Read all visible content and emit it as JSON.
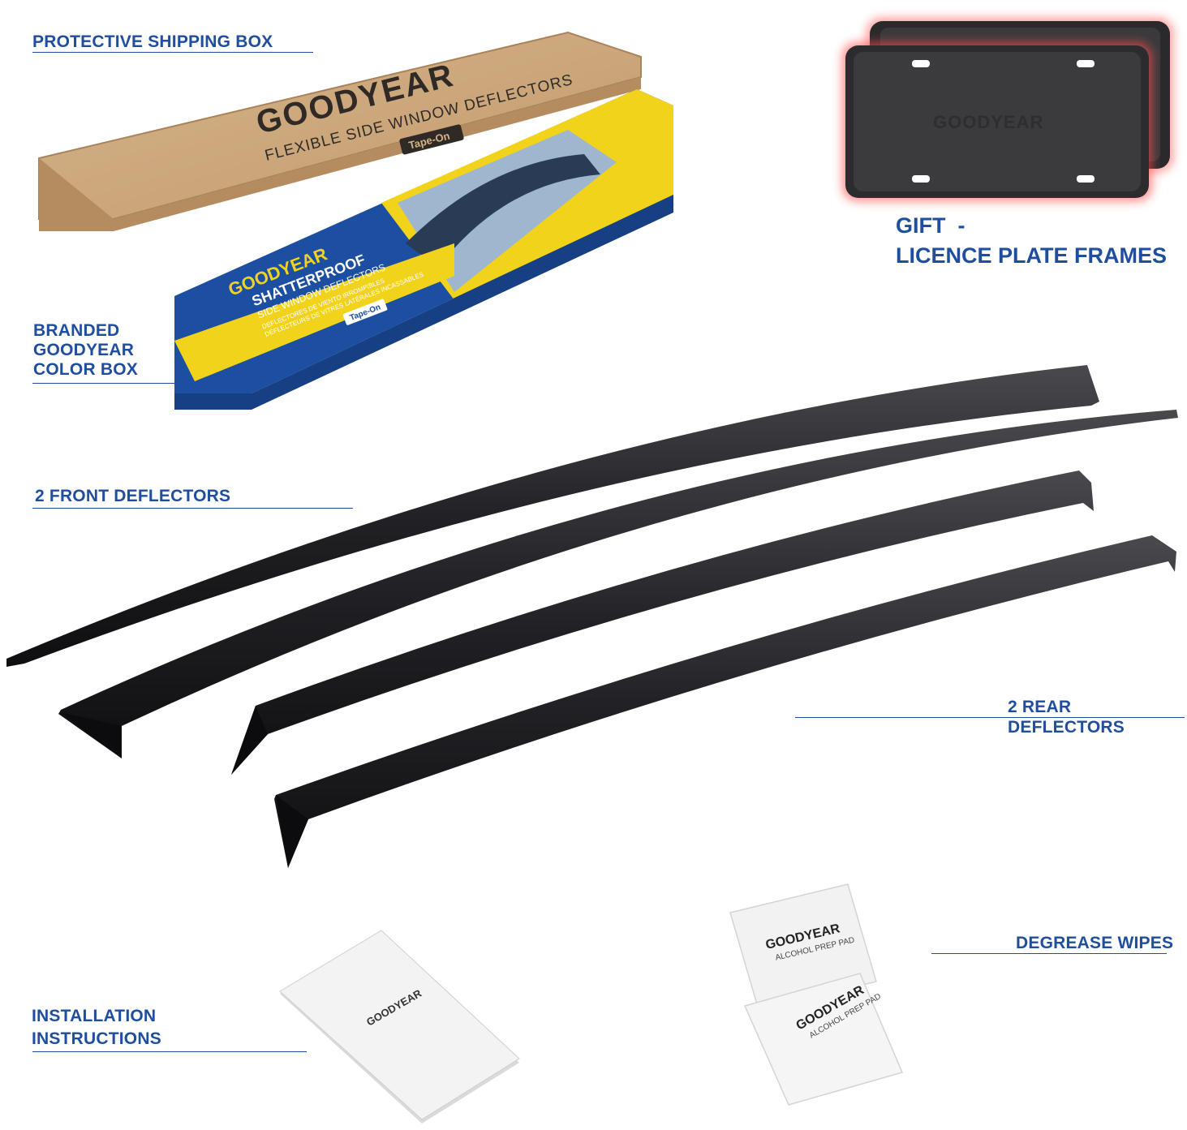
{
  "labels": {
    "shipping_box": "PROTECTIVE SHIPPING BOX",
    "color_box_line1": "BRANDED",
    "color_box_line2": "GOODYEAR",
    "color_box_line3": "COLOR BOX",
    "front_deflectors": "2 FRONT DEFLECTORS",
    "rear_deflectors": "2 REAR DEFLECTORS",
    "installation_line1": "INSTALLATION",
    "installation_line2": "INSTRUCTIONS",
    "degrease_wipes": "DEGREASE WIPES",
    "gift_line1": "GIFT  -",
    "gift_line2": "LICENCE PLATE FRAMES"
  },
  "product_text": {
    "brand": "GOODYEAR",
    "shipping_box_subtitle": "FLEXIBLE SIDE WINDOW DEFLECTORS",
    "shipping_box_badge": "Tape-On",
    "color_box_title": "SHATTERPROOF",
    "color_box_subtitle": "SIDE WINDOW DEFLECTORS",
    "color_box_es": "DEFLECTORES DE VIENTO IRROMPIBLES",
    "color_box_fr": "DÉFLECTEURS DE VITRES LATÉRALES INCASSABLES",
    "color_box_badge": "Tape-On",
    "wipe_text": "ALCOHOL PREP PAD"
  },
  "colors": {
    "label_blue": "#1f4e9e",
    "box_kraft": "#c9a47a",
    "box_blue": "#1c4fa1",
    "box_yellow": "#f2d31b",
    "plate_glow": "#ff4d4d"
  }
}
